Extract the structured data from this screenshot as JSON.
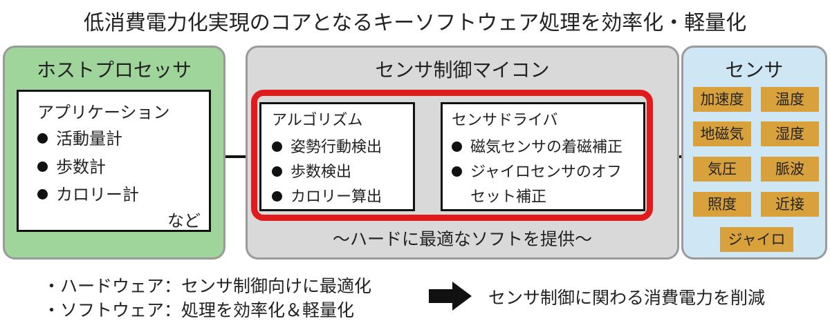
{
  "title": "低消費電力化実現のコアとなるキーソフトウェア処理を効率化・軽量化",
  "host": {
    "title": "ホストプロセッサ",
    "app_title": "アプリケーション",
    "items": [
      "活動量計",
      "歩数計",
      "カロリー計"
    ],
    "etc": "など"
  },
  "mcu": {
    "title": "センサ制御マイコン",
    "algorithm": {
      "title": "アルゴリズム",
      "items": [
        "姿勢行動検出",
        "歩数検出",
        "カロリー算出"
      ]
    },
    "driver": {
      "title": "センサドライバ",
      "item1": "磁気センサの着磁補正",
      "item2_line1": "ジャイロセンサのオフ",
      "item2_line2": "セット補正"
    },
    "caption": "～ハードに最適なソフトを提供～"
  },
  "sensor": {
    "title": "センサ",
    "tags": [
      "加速度",
      "温度",
      "地磁気",
      "湿度",
      "気圧",
      "脈波",
      "照度",
      "近接",
      "ジャイロ"
    ],
    "tag_color": "#d9a13c"
  },
  "notes": [
    "・ハードウェア：センサ制御向けに最適化",
    "・ソフトウェア：処理を効率化＆軽量化"
  ],
  "result": "センサ制御に関わる消費電力を削減",
  "colors": {
    "host_bg": "#9fd49a",
    "mcu_bg": "#d9d9d9",
    "sensor_bg": "#cfe6f4",
    "highlight": "#e01b1b"
  }
}
